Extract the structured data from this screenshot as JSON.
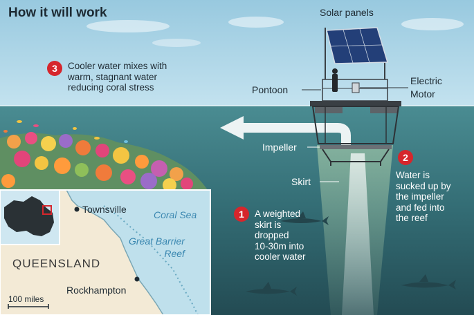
{
  "title": "How it will work",
  "labels": {
    "solar_panels": "Solar panels",
    "electric_motor": "Electric\nMotor",
    "pontoon": "Pontoon",
    "impeller": "Impeller",
    "skirt": "Skirt"
  },
  "steps": [
    {
      "number": "1",
      "text": "A weighted\nskirt is\ndropped\n10-30m into\ncooler water"
    },
    {
      "number": "2",
      "text": "Water is\nsucked up by\nthe impeller\nand fed into\nthe reef"
    },
    {
      "number": "3",
      "text": "Cooler water mixes with\nwarm, stagnant water\nreducing coral stress"
    }
  ],
  "map": {
    "cities": [
      "Townsville",
      "Rockhampton"
    ],
    "sea": "Coral Sea",
    "reef": "Great Barrier\nReef",
    "state": "QUEENSLAND",
    "scale": "100 miles"
  },
  "colors": {
    "sky": "#a9d3e6",
    "water": "#3f7f86",
    "deep_water": "#2b5a63",
    "badge": "#d6262c",
    "map_land": "#f3ead6",
    "map_sea": "#bfe0ec"
  }
}
